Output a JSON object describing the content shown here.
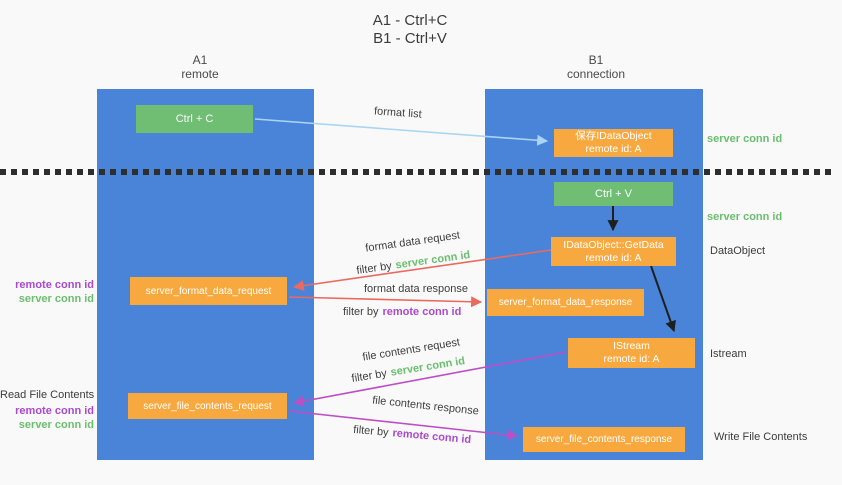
{
  "title": {
    "line1": "A1 - Ctrl+C",
    "line2": "B1 - Ctrl+V"
  },
  "lifelines": {
    "a": {
      "name": "A1",
      "subtitle": "remote"
    },
    "b": {
      "name": "B1",
      "subtitle": "connection"
    }
  },
  "nodes": {
    "ctrl_c": {
      "label": "Ctrl + C"
    },
    "ctrl_v": {
      "label": "Ctrl + V"
    },
    "save_idataobject": {
      "line1": "保存IDataObject",
      "line2": "remote id: A"
    },
    "getdata": {
      "line1": "IDataObject::GetData",
      "line2": "remote id: A"
    },
    "istream": {
      "line1": "IStream",
      "line2": "remote id: A"
    },
    "format_request": {
      "label": "server_format_data_request"
    },
    "format_response": {
      "label": "server_format_data_response"
    },
    "file_request": {
      "label": "server_file_contents_request"
    },
    "file_response": {
      "label": "server_file_contents_response"
    }
  },
  "arrow_labels": {
    "format_list": "format list",
    "format_data_request": "format data request",
    "format_data_response": "format data response",
    "file_contents_request": "file contents request",
    "file_contents_response": "file contents response",
    "filter_by": "filter by",
    "server_conn_id": "server conn id",
    "remote_conn_id": "remote conn id"
  },
  "side_labels": {
    "server_conn_id_top": "server conn id",
    "server_conn_id_mid": "server conn id",
    "dataobject": "DataObject",
    "istream": "Istream",
    "read_file_contents": "Read File Contents",
    "write_file_contents": "Write File Contents",
    "remote_conn_id": "remote conn id",
    "server_conn_id": "server conn id"
  },
  "colors": {
    "lifeline_blue": "#4a84d8",
    "node_green": "#6fbe74",
    "node_orange": "#f7a93f",
    "arrow_lightblue": "#a9d5f2",
    "arrow_red": "#e96a5f",
    "arrow_magenta": "#bd4fc6",
    "arrow_black": "#1f1f1f",
    "text_green": "#6abf6e",
    "text_purple": "#ab49cc",
    "separator_dark": "#2e2e2e"
  }
}
